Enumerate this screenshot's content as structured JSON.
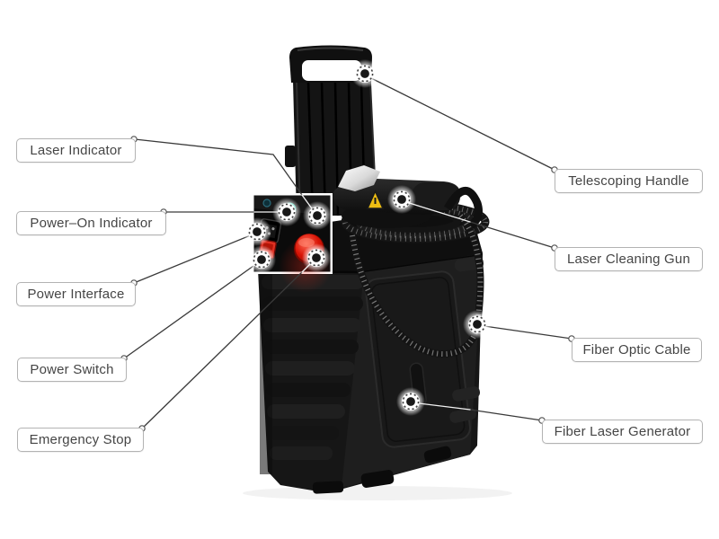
{
  "callouts": {
    "left": [
      {
        "label": "Laser Indicator"
      },
      {
        "label": "Power–On Indicator"
      },
      {
        "label": "Power Interface"
      },
      {
        "label": "Power Switch"
      },
      {
        "label": "Emergency Stop"
      }
    ],
    "right": [
      {
        "label": "Telescoping Handle"
      },
      {
        "label": "Laser Cleaning Gun"
      },
      {
        "label": "Fiber Optic Cable"
      },
      {
        "label": "Fiber Laser Generator"
      }
    ]
  },
  "colors": {
    "background": "#ffffff",
    "leader_line": "#3a3a3a",
    "leader_line_on_dark": "#f2f2f2",
    "label_border": "#b3b3b3",
    "label_text": "#454545",
    "case_black": "#161616",
    "emergency_stop_red": "#d81405",
    "rocker_switch_red": "#e03022",
    "indicator_green": "#2fd8b8",
    "indicator_red": "#f0281b",
    "warning_label_yellow": "#edbd13",
    "nozzle_silver": "#d9d9d9",
    "marker_ring_white": "#ffffff",
    "marker_core_black": "#181818"
  }
}
